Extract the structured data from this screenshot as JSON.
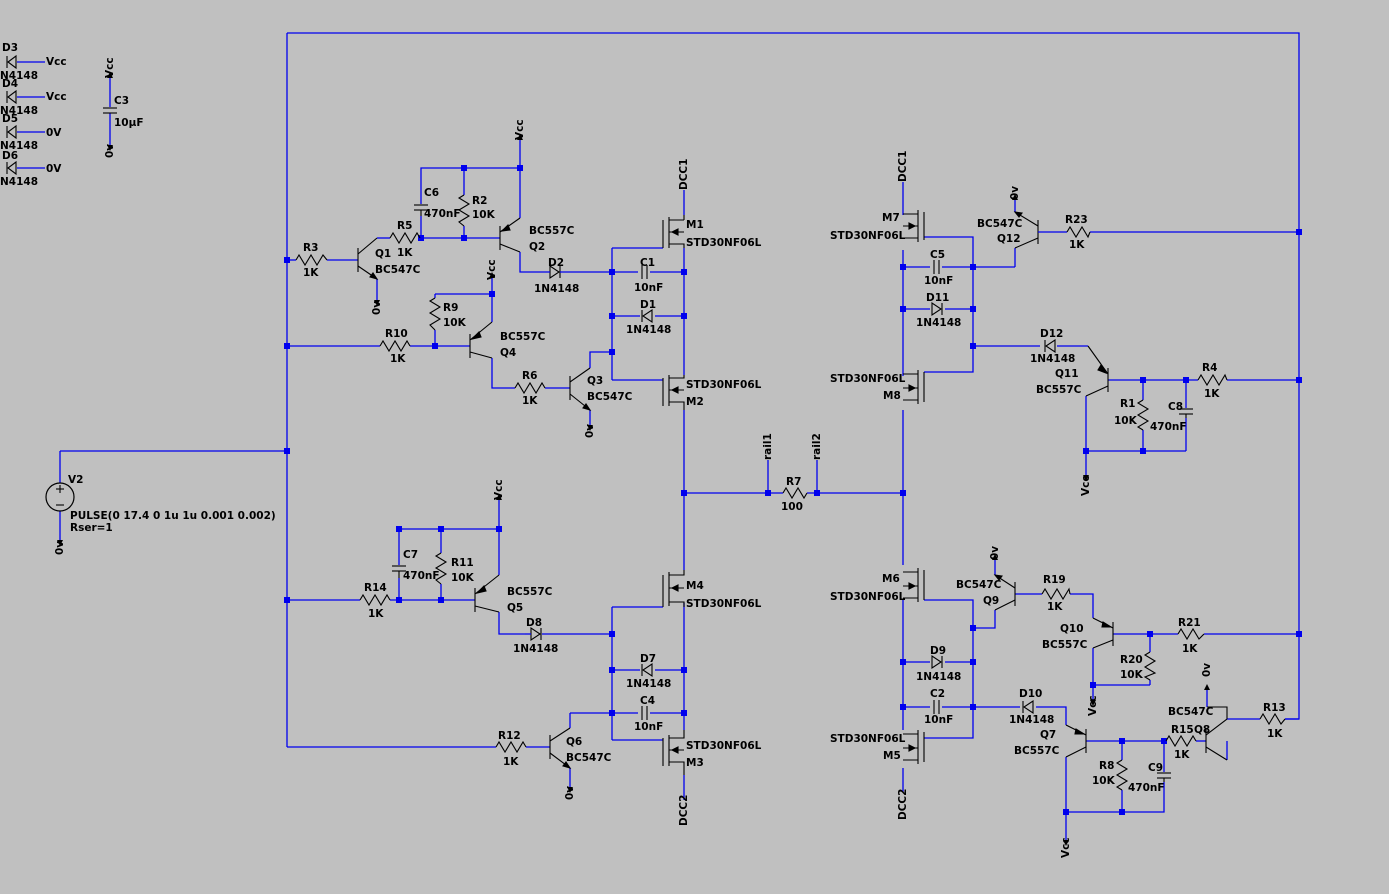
{
  "colors": {
    "background": "#c0c0c0",
    "wire": "#0000ee",
    "component": "#000000",
    "text": "#000000"
  },
  "net_labels": {
    "vcc": "Vcc",
    "zero_v": "0V",
    "ground": "0v",
    "dcc1": "DCC1",
    "dcc2": "DCC2",
    "rail1": "rail1",
    "rail2": "rail2"
  },
  "source": {
    "name": "V2",
    "value": "PULSE(0 17.4 0 1u 1u 0.001 0.002)",
    "rser": "Rser=1"
  },
  "components": {
    "D1": {
      "name": "D1",
      "model": "1N4148"
    },
    "D2": {
      "name": "D2",
      "model": "1N4148"
    },
    "D3": {
      "name": "D3",
      "model": "N4148"
    },
    "D4": {
      "name": "D4",
      "model": "N4148"
    },
    "D5": {
      "name": "D5",
      "model": "N4148"
    },
    "D6": {
      "name": "D6",
      "model": "N4148"
    },
    "D7": {
      "name": "D7",
      "model": "1N4148"
    },
    "D8": {
      "name": "D8",
      "model": "1N4148"
    },
    "D9": {
      "name": "D9",
      "model": "1N4148"
    },
    "D10": {
      "name": "D10",
      "model": "1N4148"
    },
    "D11": {
      "name": "D11",
      "model": "1N4148"
    },
    "D12": {
      "name": "D12",
      "model": "1N4148"
    },
    "C1": {
      "name": "C1",
      "value": "10nF"
    },
    "C2": {
      "name": "C2",
      "value": "10nF"
    },
    "C3": {
      "name": "C3",
      "value": "10µF"
    },
    "C4": {
      "name": "C4",
      "value": "10nF"
    },
    "C5": {
      "name": "C5",
      "value": "10nF"
    },
    "C6": {
      "name": "C6",
      "value": "470nF"
    },
    "C7": {
      "name": "C7",
      "value": "470nF"
    },
    "C8": {
      "name": "C8",
      "value": "470nF"
    },
    "C9": {
      "name": "C9",
      "value": "470nF"
    },
    "R1": {
      "name": "R1",
      "value": "10K"
    },
    "R2": {
      "name": "R2",
      "value": "10K"
    },
    "R3": {
      "name": "R3",
      "value": "1K"
    },
    "R4": {
      "name": "R4",
      "value": "1K"
    },
    "R5": {
      "name": "R5",
      "value": "1K"
    },
    "R6": {
      "name": "R6",
      "value": "1K"
    },
    "R7": {
      "name": "R7",
      "value": "100"
    },
    "R8": {
      "name": "R8",
      "value": "10K"
    },
    "R9": {
      "name": "R9",
      "value": "10K"
    },
    "R10": {
      "name": "R10",
      "value": "1K"
    },
    "R11": {
      "name": "R11",
      "value": "10K"
    },
    "R12": {
      "name": "R12",
      "value": "1K"
    },
    "R13": {
      "name": "R13",
      "value": "1K"
    },
    "R14": {
      "name": "R14",
      "value": "1K"
    },
    "R15": {
      "name": "R15",
      "value": "1K"
    },
    "R19": {
      "name": "R19",
      "value": "1K"
    },
    "R20": {
      "name": "R20",
      "value": "10K"
    },
    "R21": {
      "name": "R21",
      "value": "1K"
    },
    "R23": {
      "name": "R23",
      "value": "1K"
    },
    "Q1": {
      "name": "Q1",
      "model": "BC547C"
    },
    "Q2": {
      "name": "Q2",
      "model": "BC557C"
    },
    "Q3": {
      "name": "Q3",
      "model": "BC547C"
    },
    "Q4": {
      "name": "Q4",
      "model": "BC557C"
    },
    "Q5": {
      "name": "Q5",
      "model": "BC557C"
    },
    "Q6": {
      "name": "Q6",
      "model": "BC547C"
    },
    "Q7": {
      "name": "Q7",
      "model": "BC557C"
    },
    "Q8": {
      "name": "Q8",
      "model": "BC547C"
    },
    "Q9": {
      "name": "Q9",
      "model": "BC547C"
    },
    "Q10": {
      "name": "Q10",
      "model": "BC557C"
    },
    "Q11": {
      "name": "Q11",
      "model": "BC557C"
    },
    "Q12": {
      "name": "Q12",
      "model": "BC547C"
    },
    "M1": {
      "name": "M1",
      "model": "STD30NF06L"
    },
    "M2": {
      "name": "M2",
      "model": "STD30NF06L"
    },
    "M3": {
      "name": "M3",
      "model": "STD30NF06L"
    },
    "M4": {
      "name": "M4",
      "model": "STD30NF06L"
    },
    "M5": {
      "name": "M5",
      "model": "STD30NF06L"
    },
    "M6": {
      "name": "M6",
      "model": "STD30NF06L"
    },
    "M7": {
      "name": "M7",
      "model": "STD30NF06L"
    },
    "M8": {
      "name": "M8",
      "model": "STD30NF06L"
    }
  }
}
